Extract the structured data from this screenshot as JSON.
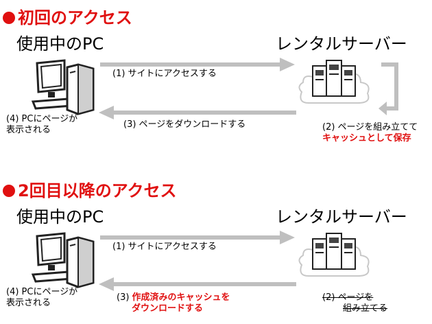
{
  "colors": {
    "accent": "#e01010",
    "arrow": "#bfbfbf"
  },
  "sections": [
    {
      "title": "初回のアクセス",
      "client_label": "使用中のPC",
      "server_label": "レンタルサーバー",
      "step1": "(1) サイトにアクセスする",
      "step2_line1": "(2) ページを組み立てて",
      "step2_line2": "キャッシュとして保存",
      "step3": "(3) ページをダウンロードする",
      "step4_line1": "(4) PCにページが",
      "step4_line2": "表示される"
    },
    {
      "title": "2回目以降のアクセス",
      "client_label": "使用中のPC",
      "server_label": "レンタルサーバー",
      "step1": "(1) サイトにアクセスする",
      "step2_line1": "(2) ページを",
      "step2_line2": "組み立てる",
      "step3_prefix": "(3) ",
      "step3_line1": "作成済みのキャッシュを",
      "step3_line2": "ダウンロードする",
      "step4_line1": "(4) PCにページが",
      "step4_line2": "表示される"
    }
  ],
  "icons": [
    "computer-icon",
    "server-cloud-icon"
  ]
}
